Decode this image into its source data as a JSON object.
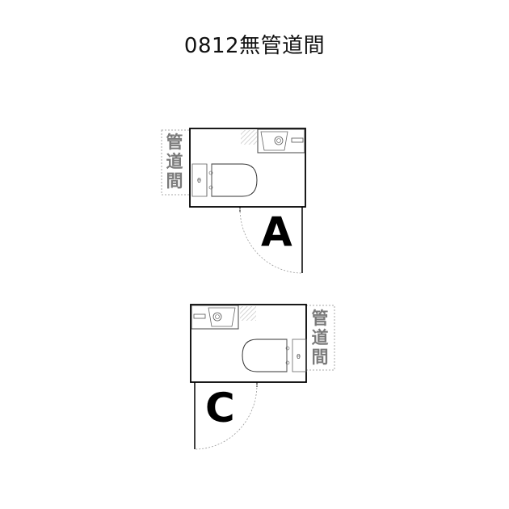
{
  "title": "0812無管道間",
  "plans": [
    {
      "id": "A",
      "letter": "A",
      "shaft_label": [
        "管",
        "道",
        "間"
      ],
      "fixtures": [
        "toilet",
        "sink"
      ],
      "door": "swing-right"
    },
    {
      "id": "C",
      "letter": "C",
      "shaft_label": [
        "管",
        "道",
        "間"
      ],
      "fixtures": [
        "toilet",
        "sink"
      ],
      "door": "swing-left"
    }
  ],
  "colors": {
    "wall": "#000000",
    "shaft_text": "#7a7a7a",
    "shaft_border": "#aaaaaa",
    "fixture_line": "#555555",
    "hatch": "#cccccc"
  }
}
